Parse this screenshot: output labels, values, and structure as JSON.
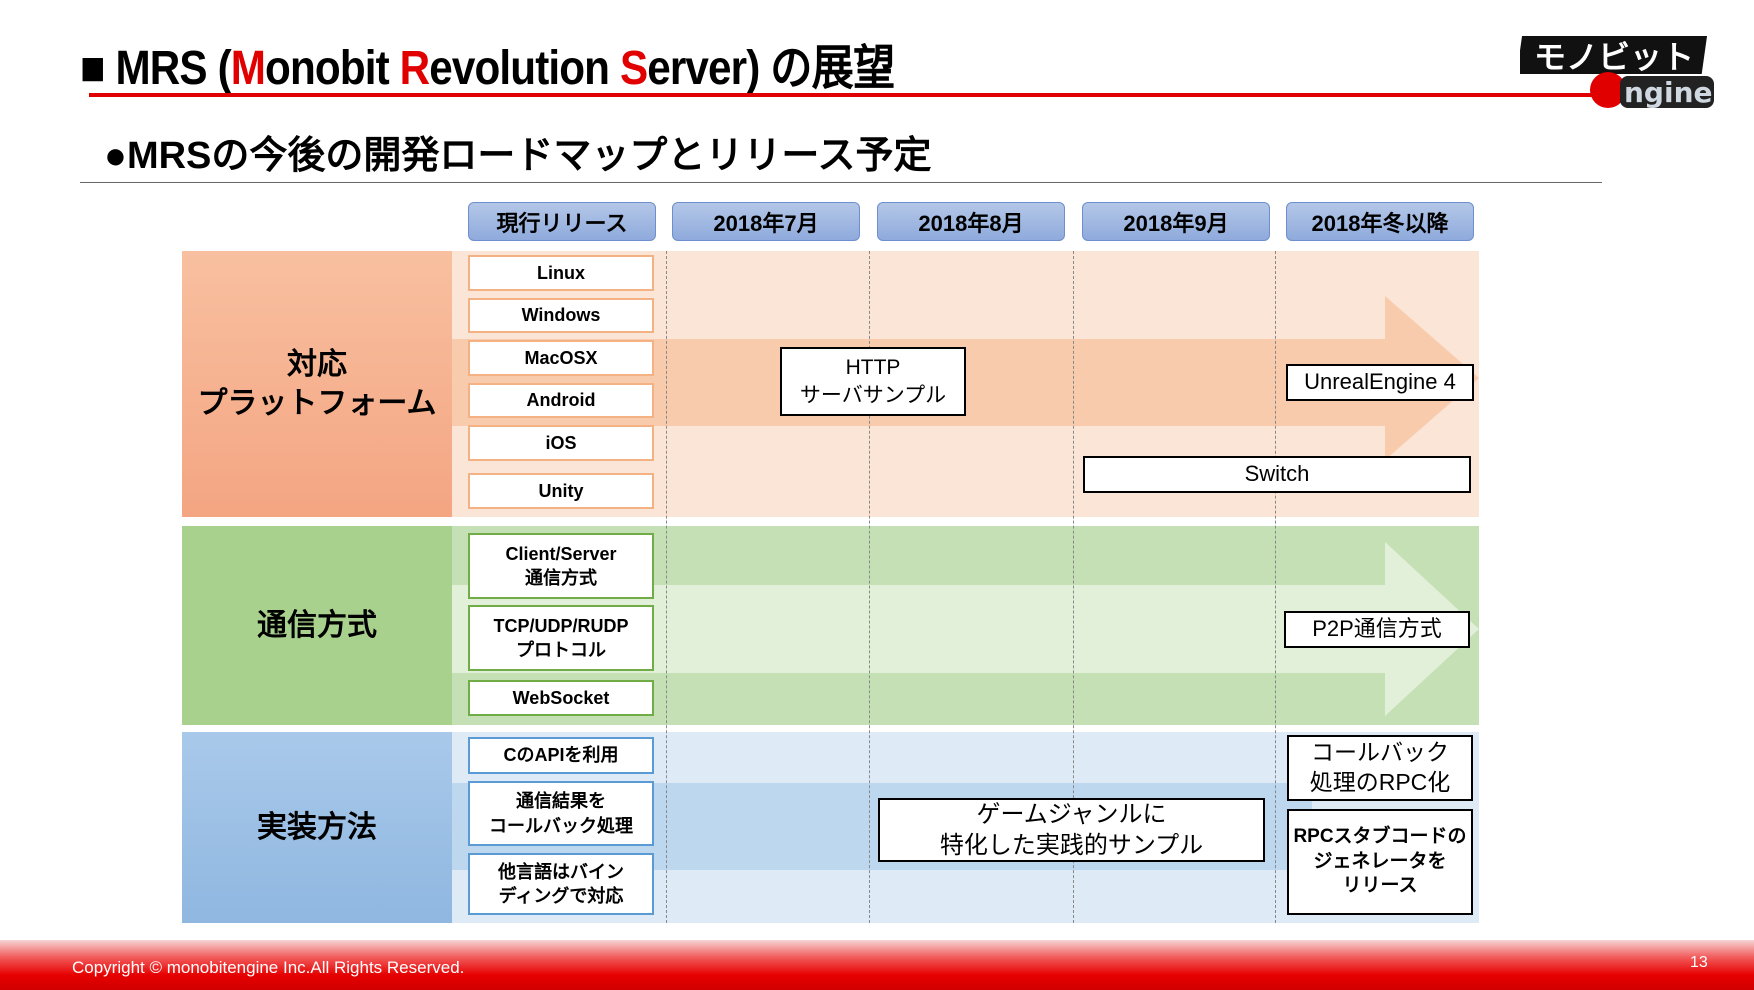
{
  "title": {
    "prefix": "■ MRS (",
    "M": "M",
    "onobit": "onobit ",
    "R": "R",
    "evolution": "evolution ",
    "S": "S",
    "suffix": "erver) の展望"
  },
  "subtitle": "●MRSの今後の開発ロードマップとリリース予定",
  "logo_text": "モノビット Engine",
  "columns": [
    "現行リリース",
    "2018年7月",
    "2018年8月",
    "2018年9月",
    "2018年冬以降"
  ],
  "platform": {
    "label_line1": "対応",
    "label_line2": "プラットフォーム",
    "current": [
      "Linux",
      "Windows",
      "MacOSX",
      "Android",
      "iOS",
      "Unity"
    ],
    "http_line1": "HTTP",
    "http_line2": "サーバサンプル",
    "unreal": "UnrealEngine 4",
    "switch": "Switch"
  },
  "comm": {
    "label": "通信方式",
    "current": [
      {
        "l1": "Client/Server",
        "l2": "通信方式"
      },
      {
        "l1": "TCP/UDP/RUDP",
        "l2": "プロトコル"
      },
      {
        "l1": "WebSocket",
        "l2": ""
      }
    ],
    "p2p": "P2P通信方式"
  },
  "impl": {
    "label": "実装方法",
    "current": [
      {
        "l1": "CのAPIを利用",
        "l2": ""
      },
      {
        "l1": "通信結果を",
        "l2": "コールバック処理"
      },
      {
        "l1": "他言語はバイン",
        "l2": "ディングで対応"
      }
    ],
    "game_l1": "ゲームジャンルに",
    "game_l2": "特化した実践的サンプル",
    "rpc_l1": "コールバック",
    "rpc_l2": "処理のRPC化",
    "stub_l1": "RPCスタブコードの",
    "stub_l2": "ジェネレータを",
    "stub_l3": "リリース"
  },
  "footer": {
    "copyright": "Copyright © monobitengine Inc.All Rights Reserved.",
    "page": "13"
  },
  "colors": {
    "red": "#e00000",
    "orange": "#f4b183",
    "green": "#70ad47",
    "blue": "#5b9bd5"
  }
}
